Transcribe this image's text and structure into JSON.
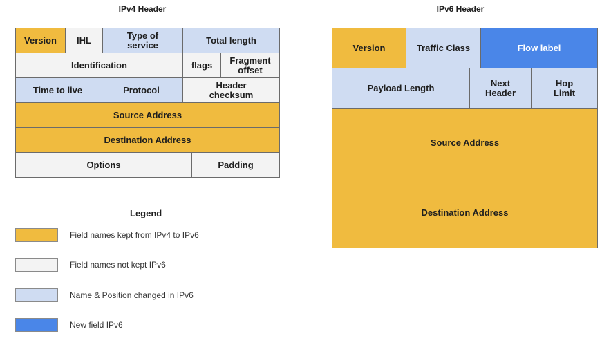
{
  "ipv4": {
    "title": "IPv4 Header",
    "fields": {
      "version": "Version",
      "ihl": "IHL",
      "type_of_service": "Type of\nservice",
      "total_length": "Total length",
      "identification": "Identification",
      "flags": "flags",
      "fragment_offset": "Fragment\noffset",
      "time_to_live": "Time to live",
      "protocol": "Protocol",
      "header_checksum": "Header\nchecksum",
      "source_address": "Source Address",
      "destination_address": "Destination Address",
      "options": "Options",
      "padding": "Padding"
    }
  },
  "ipv6": {
    "title": "IPv6 Header",
    "fields": {
      "version": "Version",
      "traffic_class": "Traffic Class",
      "flow_label": "Flow label",
      "payload_length": "Payload Length",
      "next_header": "Next\nHeader",
      "hop_limit": "Hop\nLimit",
      "source_address": "Source Address",
      "destination_address": "Destination Address"
    }
  },
  "legend": {
    "title": "Legend",
    "items": [
      {
        "label": "Field names kept from IPv4 to IPv6",
        "color": "#f0bb3f"
      },
      {
        "label": "Field names not kept IPv6",
        "color": "#f3f3f3"
      },
      {
        "label": "Name & Position changed in  IPv6",
        "color": "#cfdcf2"
      },
      {
        "label": "New field IPv6",
        "color": "#4a86e8"
      }
    ]
  }
}
